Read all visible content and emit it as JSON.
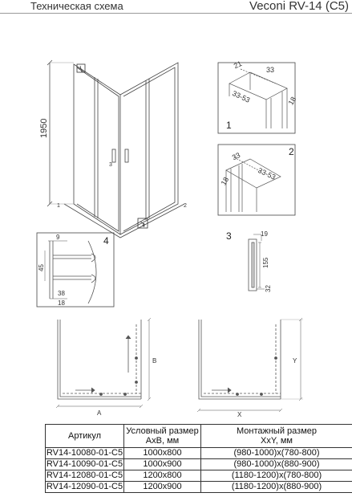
{
  "header": {
    "title": "Техническая схема",
    "model": "Veconi RV-14 (C5)"
  },
  "main_view": {
    "height_label": "1950",
    "point_labels": [
      "1",
      "2",
      "3",
      "4"
    ]
  },
  "detail_1": {
    "number": "1",
    "dims": [
      "21",
      "33",
      "33-53",
      "18"
    ]
  },
  "detail_2": {
    "number": "2",
    "dims": [
      "33",
      "33-53",
      "18"
    ]
  },
  "detail_3": {
    "number": "3",
    "dims": [
      "19",
      "155",
      "32"
    ]
  },
  "detail_4": {
    "number": "4",
    "dims": [
      "9",
      "45",
      "38",
      "18"
    ]
  },
  "plan_left": {
    "width_label": "A",
    "depth_label": "B"
  },
  "plan_right": {
    "width_label": "X",
    "depth_label": "Y"
  },
  "table": {
    "headers": [
      "Артикул",
      "Условный размер\nAxB, мм",
      "Монтажный размер\nXxY, мм"
    ],
    "rows": [
      [
        "RV14-10080-01-C5",
        "1000x800",
        "(980-1000)x(780-800)"
      ],
      [
        "RV14-10090-01-C5",
        "1000x900",
        "(980-1000)x(880-900)"
      ],
      [
        "RV14-12080-01-C5",
        "1200x800",
        "(1180-1200)x(780-800)"
      ],
      [
        "RV14-12090-01-C5",
        "1200x900",
        "(1180-1200)x(880-900)"
      ]
    ]
  }
}
